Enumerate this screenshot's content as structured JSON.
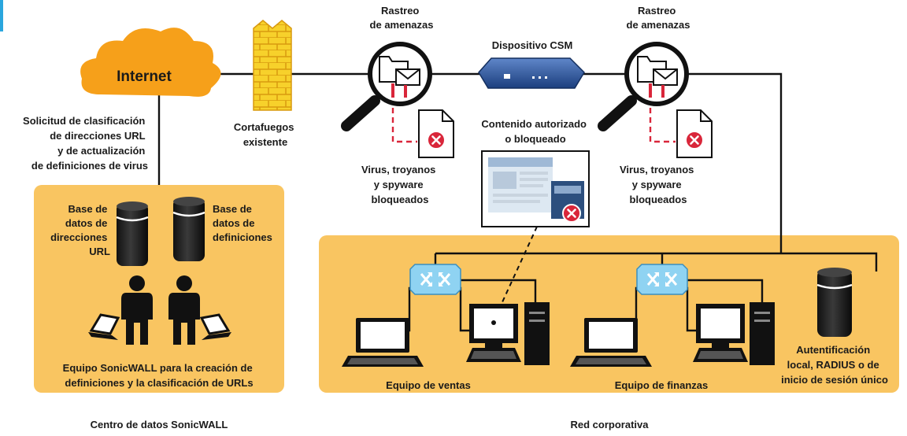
{
  "colors": {
    "cloud": "#f6a01a",
    "panel": "#f9c561",
    "firewall": "#f7d12b",
    "switch": "#8fd3f2",
    "alert": "#d9263a",
    "device": "#2a5fa8"
  },
  "internet": {
    "label": "Internet"
  },
  "request": {
    "lines": [
      "Solicitud de clasificación",
      "de direcciones URL",
      "y de actualización",
      "de definiciones de virus"
    ]
  },
  "firewall": {
    "lines": [
      "Cortafuegos",
      "existente"
    ]
  },
  "scan_left": {
    "lines": [
      "Rastreo",
      "de amenazas"
    ]
  },
  "scan_right": {
    "lines": [
      "Rastreo",
      "de amenazas"
    ]
  },
  "csm": {
    "label": "Dispositivo CSM"
  },
  "content": {
    "lines": [
      "Contenido autorizado",
      "o bloqueado"
    ]
  },
  "blocked_left": {
    "lines": [
      "Virus, troyanos",
      "y spyware",
      "bloqueados"
    ]
  },
  "blocked_right": {
    "lines": [
      "Virus, troyanos",
      "y spyware",
      "bloqueados"
    ]
  },
  "datacenter": {
    "url_db": [
      "Base de",
      "datos de",
      "direcciones",
      "URL"
    ],
    "def_db": [
      "Base de",
      "datos de",
      "definiciones"
    ],
    "team": [
      "Equipo SonicWALL para la creación de",
      "definiciones y la clasificación de URLs"
    ],
    "caption": "Centro de datos SonicWALL"
  },
  "corporate": {
    "sales": "Equipo de ventas",
    "finance": "Equipo de finanzas",
    "auth": [
      "Autentificación",
      "local, RADIUS o de",
      "inicio de sesión único"
    ],
    "caption": "Red corporativa"
  }
}
